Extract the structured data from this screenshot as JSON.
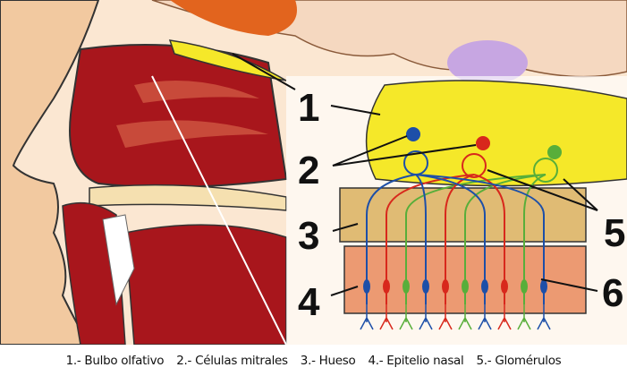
{
  "labels": {
    "n1": "1",
    "n2": "2",
    "n3": "3",
    "n4": "4",
    "n5": "5",
    "n6": "6"
  },
  "caption": [
    "1.- Bulbo olfativo",
    "2.- Células mitrales",
    "3.- Hueso",
    "4.- Epitelio nasal",
    "5.- Glomérulos"
  ],
  "colors": {
    "skin": "#f2c9a0",
    "cavity": "#a8161c",
    "bulb": "#f5e829",
    "bone": "#e0bb74",
    "epithelium": "#ec9a72",
    "neuron_blue": "#1d4fa8",
    "neuron_red": "#d8281c",
    "neuron_green": "#58ae3a"
  }
}
